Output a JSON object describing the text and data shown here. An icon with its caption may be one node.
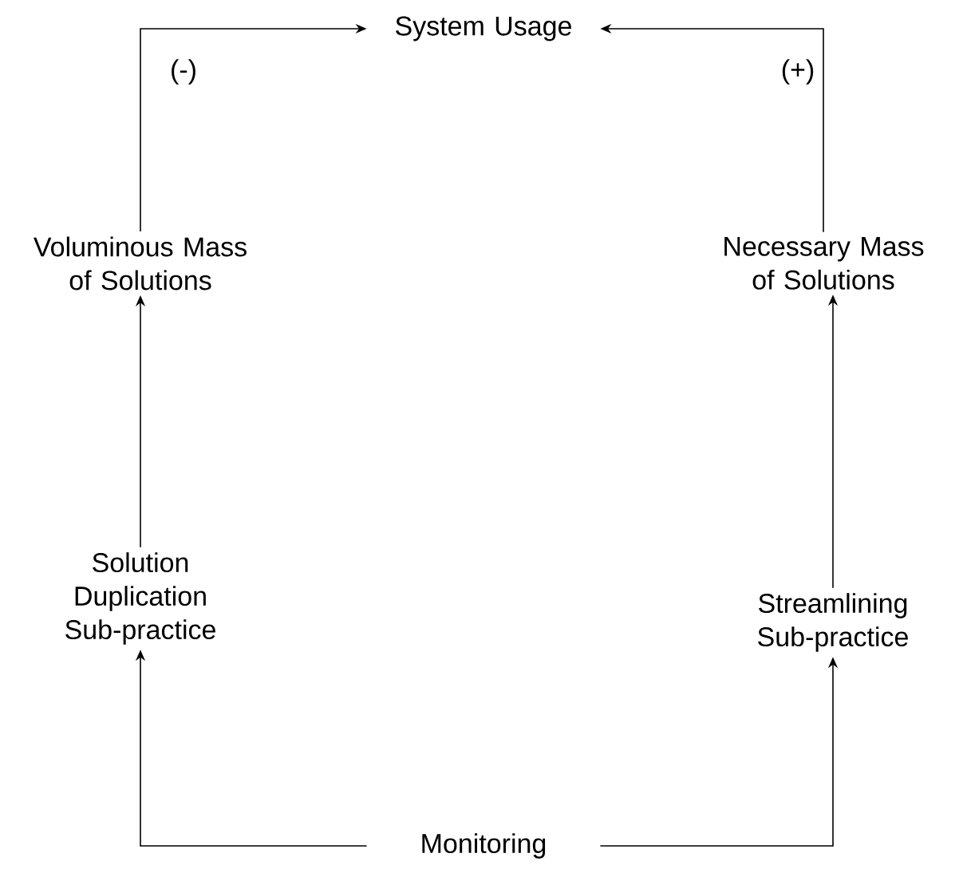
{
  "diagram": {
    "nodes": [
      {
        "text": [
          "System Usage"
        ]
      },
      {
        "text": [
          "Voluminous Mass of Solutions"
        ]
      },
      {
        "text": [
          "Necessary Mass of Solutions"
        ]
      },
      {
        "text": [
          "Solution Duplication Sub-practice"
        ]
      },
      {
        "text": [
          "Streamlining Sub-practice"
        ]
      },
      {
        "text": [
          "Monitoring"
        ]
      }
    ],
    "edges": [
      {
        "from": 1,
        "to": 0,
        "arrow": "to",
        "label": "(-)"
      },
      {
        "from": 2,
        "to": 0,
        "arrow": "to",
        "label": "(+)"
      },
      {
        "from": 3,
        "to": 1,
        "arrow": "to"
      },
      {
        "from": 4,
        "to": 2,
        "arrow": "to"
      },
      {
        "from": 5,
        "to": 3,
        "arrow": "to"
      },
      {
        "from": 5,
        "to": 4,
        "arrow": "to"
      }
    ]
  }
}
